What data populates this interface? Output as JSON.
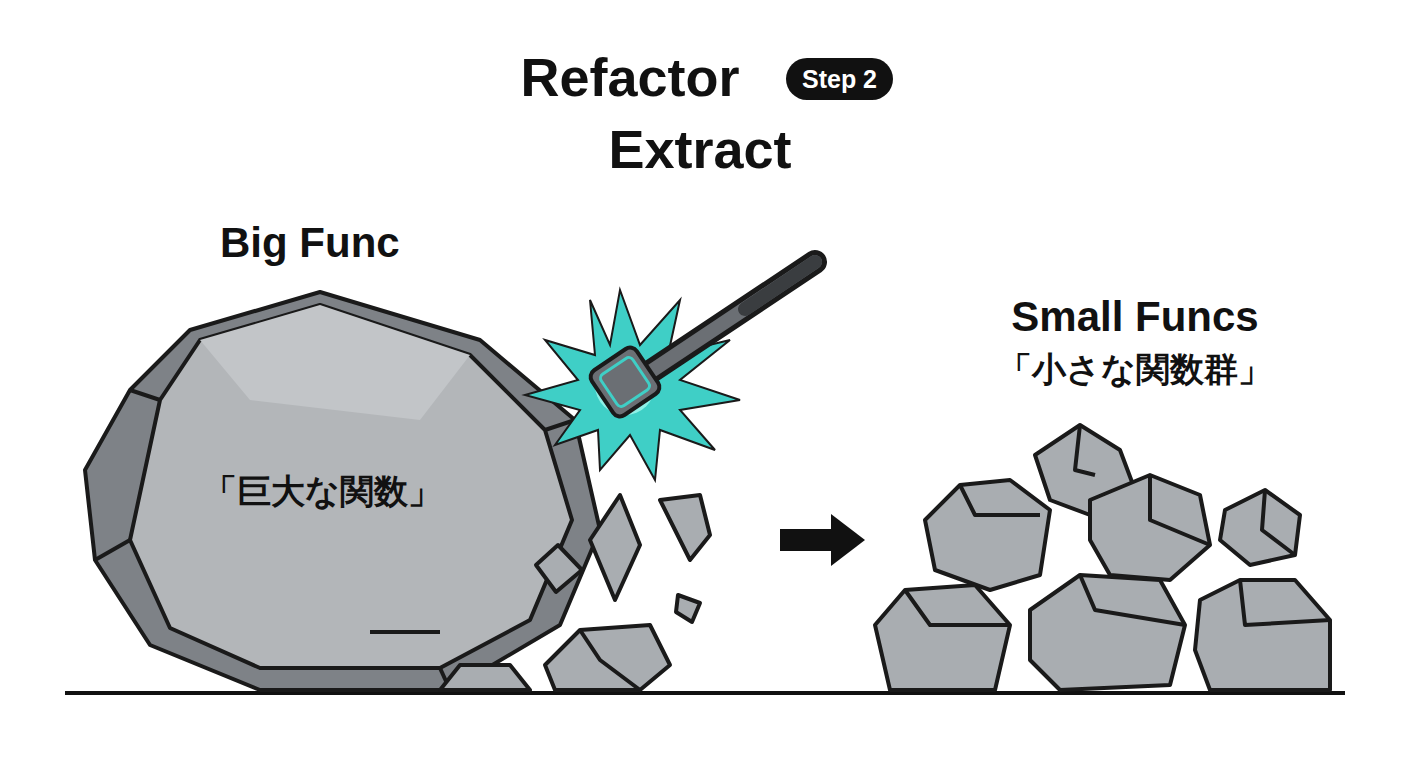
{
  "diagram": {
    "title": "Refactor",
    "nodes": [
      {
        "text": [
          "Big Func",
          "「巨大な関数」"
        ]
      },
      {
        "text": [
          "Small Funcs",
          "「小さな関数群」"
        ]
      }
    ],
    "edges": [
      {
        "from": 0,
        "to": 1,
        "arrow": "to"
      }
    ],
    "labels": [
      "Step 2",
      "Extract"
    ]
  }
}
